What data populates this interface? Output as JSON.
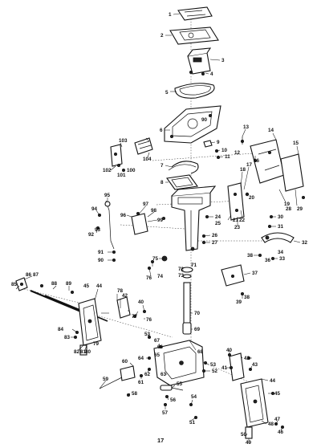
{
  "page_number": "17",
  "callouts": [
    {
      "id": "c1",
      "text": "1"
    },
    {
      "id": "c2",
      "text": "2"
    },
    {
      "id": "c3",
      "text": "3"
    },
    {
      "id": "c4",
      "text": "4"
    },
    {
      "id": "c5",
      "text": "5"
    },
    {
      "id": "c6",
      "text": "6"
    },
    {
      "id": "c90a",
      "text": "90"
    },
    {
      "id": "c7",
      "text": "7"
    },
    {
      "id": "c8",
      "text": "8"
    },
    {
      "id": "c9",
      "text": "9"
    },
    {
      "id": "c10",
      "text": "10"
    },
    {
      "id": "c11",
      "text": "11"
    },
    {
      "id": "c12",
      "text": "12"
    },
    {
      "id": "c13",
      "text": "13"
    },
    {
      "id": "c14",
      "text": "14"
    },
    {
      "id": "c15",
      "text": "15"
    },
    {
      "id": "c16",
      "text": "16"
    },
    {
      "id": "c17",
      "text": "17"
    },
    {
      "id": "c18",
      "text": "18"
    },
    {
      "id": "c19",
      "text": "19"
    },
    {
      "id": "c20",
      "text": "20"
    },
    {
      "id": "c21",
      "text": "21"
    },
    {
      "id": "c22",
      "text": "22"
    },
    {
      "id": "c23",
      "text": "23"
    },
    {
      "id": "c24",
      "text": "24"
    },
    {
      "id": "c25",
      "text": "25"
    },
    {
      "id": "c26",
      "text": "26"
    },
    {
      "id": "c27",
      "text": "27"
    },
    {
      "id": "c28",
      "text": "28"
    },
    {
      "id": "c29",
      "text": "29"
    },
    {
      "id": "c30",
      "text": "30"
    },
    {
      "id": "c31",
      "text": "31"
    },
    {
      "id": "c32",
      "text": "32"
    },
    {
      "id": "c33",
      "text": "33"
    },
    {
      "id": "c34",
      "text": "34"
    },
    {
      "id": "c36",
      "text": "36"
    },
    {
      "id": "c37",
      "text": "37"
    },
    {
      "id": "c38a",
      "text": "38"
    },
    {
      "id": "c38b",
      "text": "38"
    },
    {
      "id": "c39",
      "text": "39"
    },
    {
      "id": "c40a",
      "text": "40"
    },
    {
      "id": "c40b",
      "text": "40"
    },
    {
      "id": "c41",
      "text": "41"
    },
    {
      "id": "c42a",
      "text": "42"
    },
    {
      "id": "c42b",
      "text": "42"
    },
    {
      "id": "c43",
      "text": "43"
    },
    {
      "id": "c44a",
      "text": "44"
    },
    {
      "id": "c44b",
      "text": "44"
    },
    {
      "id": "c45a",
      "text": "45"
    },
    {
      "id": "c45b",
      "text": "45"
    },
    {
      "id": "c46",
      "text": "46"
    },
    {
      "id": "c47",
      "text": "47"
    },
    {
      "id": "c48",
      "text": "48"
    },
    {
      "id": "c49",
      "text": "49"
    },
    {
      "id": "c50",
      "text": "50"
    },
    {
      "id": "c51",
      "text": "51"
    },
    {
      "id": "c52",
      "text": "52"
    },
    {
      "id": "c53a",
      "text": "53"
    },
    {
      "id": "c53b",
      "text": "53"
    },
    {
      "id": "c54",
      "text": "54"
    },
    {
      "id": "c55",
      "text": "55"
    },
    {
      "id": "c56",
      "text": "56"
    },
    {
      "id": "c57",
      "text": "57"
    },
    {
      "id": "c58",
      "text": "58"
    },
    {
      "id": "c59",
      "text": "59"
    },
    {
      "id": "c60",
      "text": "60"
    },
    {
      "id": "c61",
      "text": "61"
    },
    {
      "id": "c62",
      "text": "62"
    },
    {
      "id": "c63",
      "text": "63"
    },
    {
      "id": "c64",
      "text": "64"
    },
    {
      "id": "c65",
      "text": "65"
    },
    {
      "id": "c66",
      "text": "66"
    },
    {
      "id": "c67",
      "text": "67"
    },
    {
      "id": "c68",
      "text": "68"
    },
    {
      "id": "c69",
      "text": "69"
    },
    {
      "id": "c70",
      "text": "70"
    },
    {
      "id": "c71",
      "text": "71"
    },
    {
      "id": "c72",
      "text": "72"
    },
    {
      "id": "c73",
      "text": "73"
    },
    {
      "id": "c74",
      "text": "74"
    },
    {
      "id": "c75",
      "text": "75"
    },
    {
      "id": "c76a",
      "text": "76"
    },
    {
      "id": "c76b",
      "text": "76"
    },
    {
      "id": "c77",
      "text": "77"
    },
    {
      "id": "c78",
      "text": "78"
    },
    {
      "id": "c79",
      "text": "79"
    },
    {
      "id": "c80",
      "text": "80"
    },
    {
      "id": "c81",
      "text": "81"
    },
    {
      "id": "c82",
      "text": "82"
    },
    {
      "id": "c83",
      "text": "83"
    },
    {
      "id": "c84",
      "text": "84"
    },
    {
      "id": "c85",
      "text": "85"
    },
    {
      "id": "c86",
      "text": "86"
    },
    {
      "id": "c87",
      "text": "87"
    },
    {
      "id": "c88",
      "text": "88"
    },
    {
      "id": "c89",
      "text": "89"
    },
    {
      "id": "c90b",
      "text": "90"
    },
    {
      "id": "c91",
      "text": "91"
    },
    {
      "id": "c92",
      "text": "92"
    },
    {
      "id": "c93",
      "text": "93"
    },
    {
      "id": "c94",
      "text": "94"
    },
    {
      "id": "c95",
      "text": "95"
    },
    {
      "id": "c96",
      "text": "96"
    },
    {
      "id": "c97",
      "text": "97"
    },
    {
      "id": "c98",
      "text": "98"
    },
    {
      "id": "c99",
      "text": "99"
    },
    {
      "id": "c100",
      "text": "100"
    },
    {
      "id": "c101",
      "text": "101"
    },
    {
      "id": "c102",
      "text": "102"
    },
    {
      "id": "c103",
      "text": "103"
    },
    {
      "id": "c104",
      "text": "104"
    }
  ]
}
